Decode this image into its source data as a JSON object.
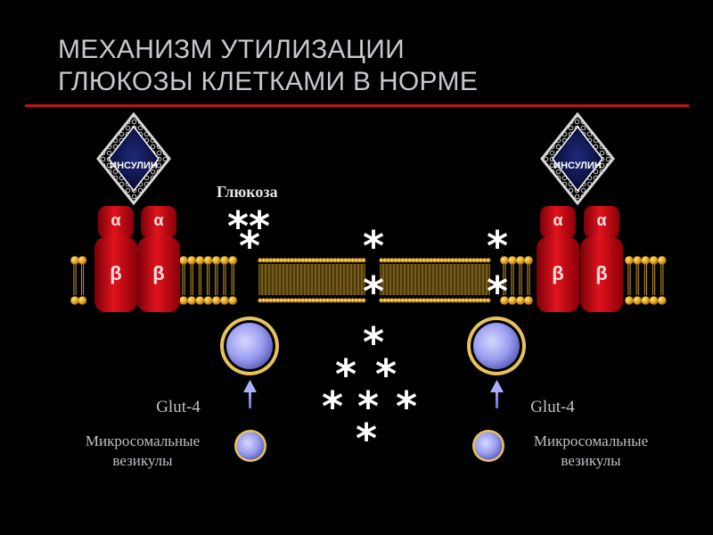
{
  "slide": {
    "title_line1": "МЕХАНИЗМ УТИЛИЗАЦИИ",
    "title_line2": "ГЛЮКОЗЫ КЛЕТКАМИ В НОРМЕ"
  },
  "labels": {
    "insulin": "ИНСУЛИН",
    "glucose": "Глюкоза",
    "alpha": "α",
    "beta": "β",
    "glut4": "Glut-4",
    "vesicles_line1": "Микросомальные",
    "vesicles_line2": "везикулы",
    "glucose_symbol": "*"
  },
  "colors": {
    "background": "#000000",
    "title_text": "#c8c8cf",
    "rule": "#c0141a",
    "receptor_red": "#d10f18",
    "lipid_head": "#e4a317",
    "vesicle_fill": "#9a9cf0",
    "vesicle_ring": "#e8c35a",
    "insulin_core": "#0d1240"
  }
}
